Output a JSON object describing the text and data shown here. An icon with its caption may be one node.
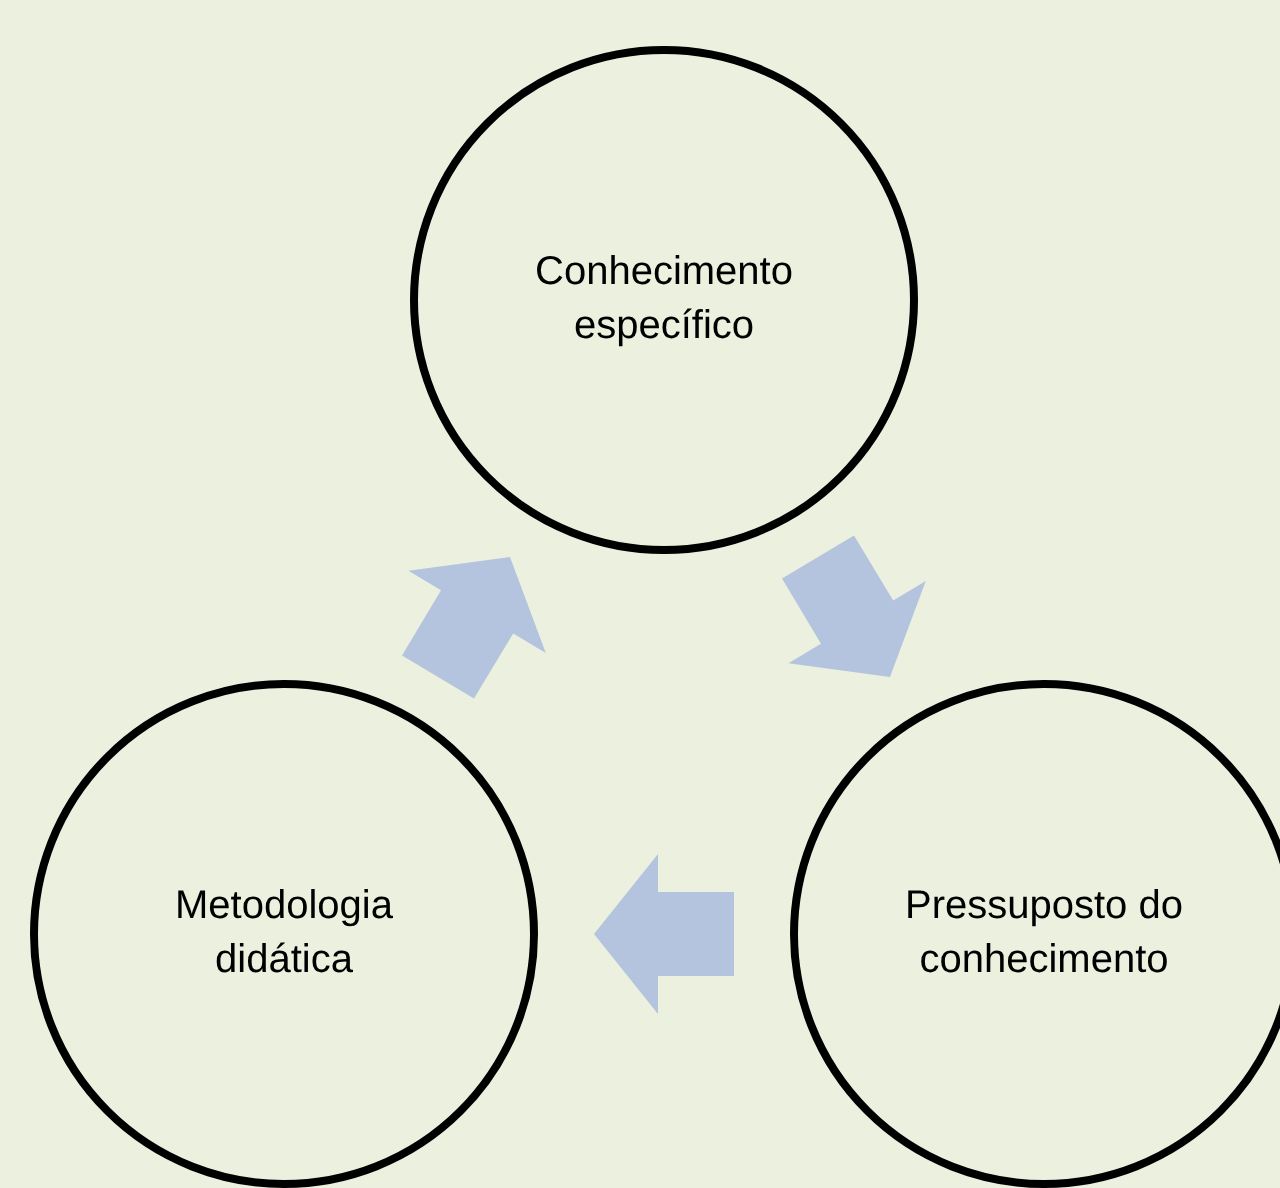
{
  "diagram": {
    "nodes": [
      {
        "text": [
          "Conhecimento específico"
        ]
      },
      {
        "text": [
          "Metodologia didática"
        ]
      },
      {
        "text": [
          "Pressuposto do conhecimento"
        ]
      }
    ],
    "edges": [
      {
        "from": 0,
        "to": 2,
        "arrow": "to"
      },
      {
        "from": 2,
        "to": 1,
        "arrow": "to"
      },
      {
        "from": 1,
        "to": 0,
        "arrow": "to"
      }
    ]
  }
}
